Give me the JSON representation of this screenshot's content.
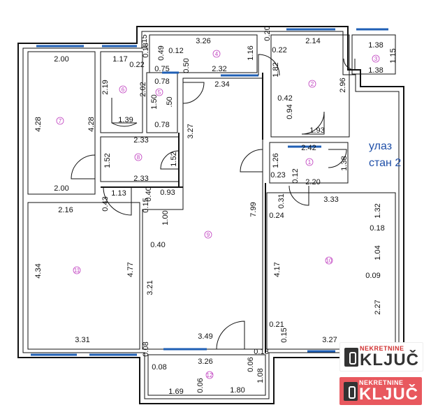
{
  "plan": {
    "entrance_label_line1": "улаз",
    "entrance_label_line2": "стан 2",
    "logo_top_line": "NEKRETNINE",
    "logo_main": "KLJUČ",
    "rooms": [
      "1",
      "2",
      "3",
      "4",
      "5",
      "6",
      "7",
      "8",
      "9",
      "10",
      "11",
      "12"
    ],
    "dims": {
      "d001": "2.00",
      "d002": "4.28",
      "d003": "4.28",
      "d004": "2.00",
      "d005": "1.17",
      "d006": "0.22",
      "d007": "2.19",
      "d008": "0.18",
      "d009": "1.15",
      "d010": "0.49",
      "d011": "0.12",
      "d012": "0.75",
      "d013": "0.50",
      "d014": "3.26",
      "d015": "2.32",
      "d016": "2.34",
      "d017": "1.16",
      "d018": "0.20",
      "d019": "0.22",
      "d020": "2.14",
      "d021": "1.82",
      "d022": "1.38",
      "d023": "1.15",
      "d024": "1.38",
      "d025": "2.96",
      "d026": "0.42",
      "d027": "0.94",
      "d028": "1.93",
      "d029": "0.78",
      "d030": "2.02",
      "d031": "1.50",
      "d032": ".50",
      "d033": "1.39",
      "d034": "0.78",
      "d035": "3.27",
      "d036": "2.33",
      "d037": "1.52",
      "d038": "1.52",
      "d039": "2.33",
      "d040": "1.13",
      "d041": "0.43",
      "d042": "0.40",
      "d043": "0.93",
      "d044": "0.15",
      "d045": "2.16",
      "d046": "1.00",
      "d047": "7.99",
      "d048": "2.42",
      "d049": "1.26",
      "d050": "0.23",
      "d051": "0.12",
      "d052": "1.38",
      "d053": "2.20",
      "d054": "0.31",
      "d055": "0.24",
      "d056": "3.33",
      "d057": "1.32",
      "d058": "0.18",
      "d059": "0.40",
      "d060": "4.34",
      "d061": "4.77",
      "d062": "3.21",
      "d063": "4.17",
      "d064": "1.04",
      "d065": "0.09",
      "d066": "2.27",
      "d067": "0.21",
      "d068": "0.15",
      "d069": "3.27",
      "d070": "3.31",
      "d071": "3.49",
      "d072": "0.08",
      "d073": "0.13",
      "d074": "3.26",
      "d075": "0.08",
      "d076": "0.06",
      "d077": "0.06",
      "d078": "1.08",
      "d079": "1.69",
      "d080": "1.80"
    }
  }
}
